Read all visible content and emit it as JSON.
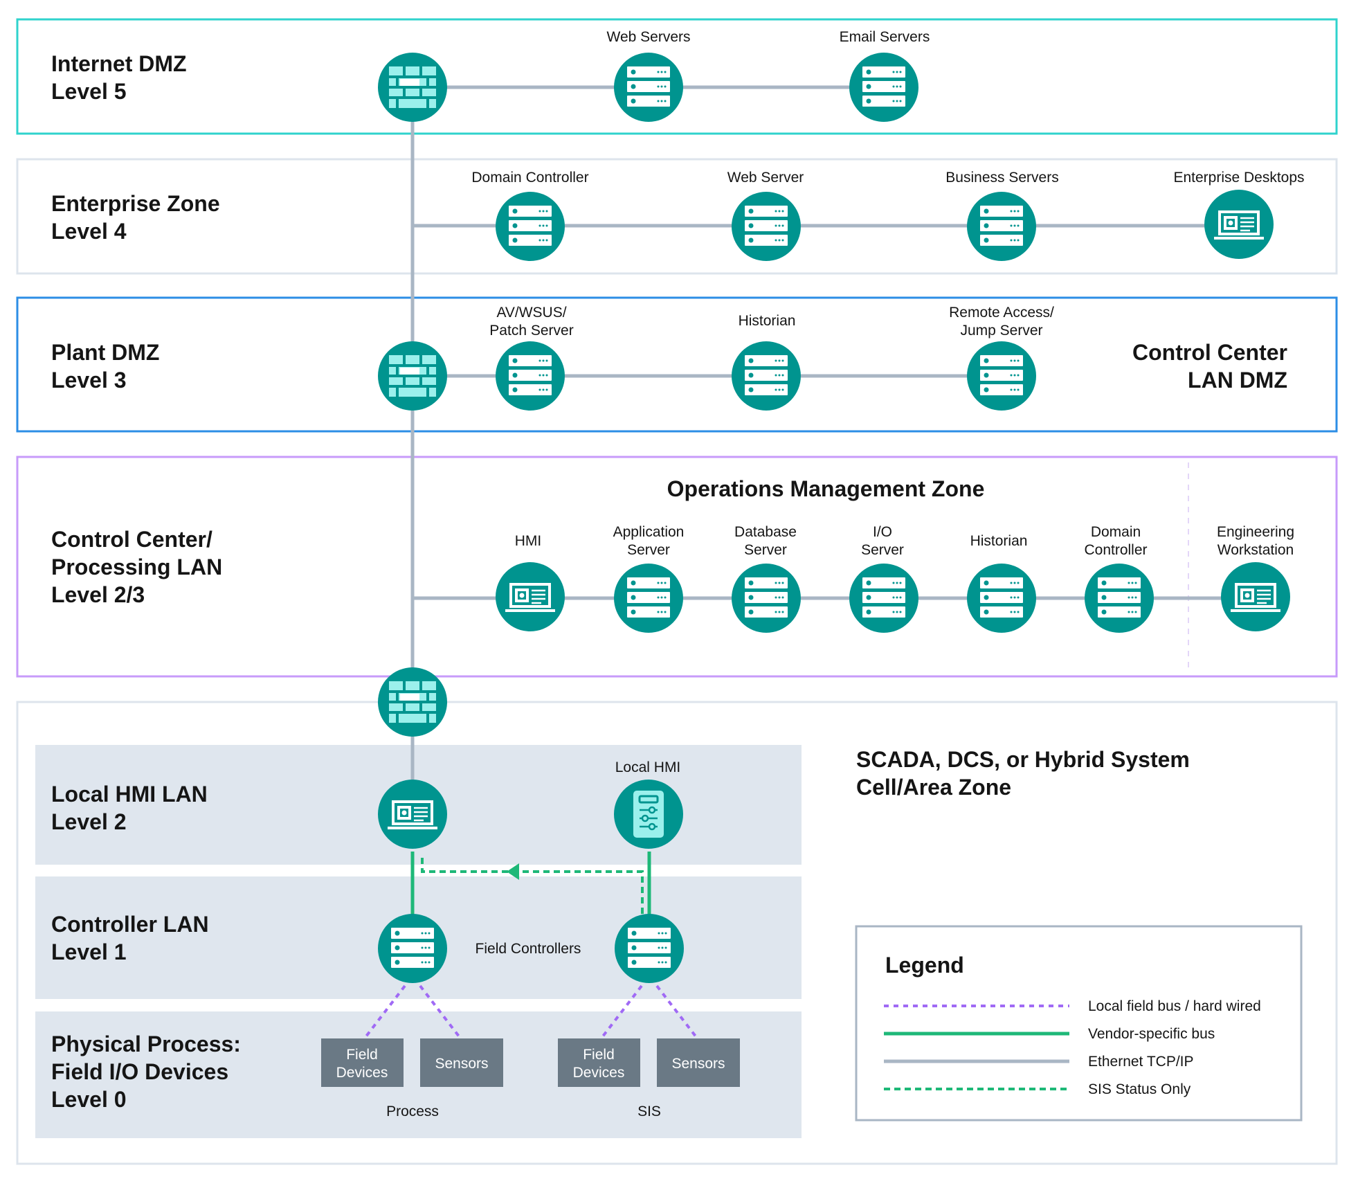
{
  "zones": {
    "internet_dmz": {
      "line1": "Internet DMZ",
      "line2": "Level 5"
    },
    "enterprise": {
      "line1": "Enterprise Zone",
      "line2": "Level 4"
    },
    "plant_dmz": {
      "line1": "Plant DMZ",
      "line2": "Level 3"
    },
    "control_center_dmz": {
      "line1": "Control Center",
      "line2": "LAN DMZ"
    },
    "control_center_lan": {
      "line1": "Control Center/",
      "line2": "Processing LAN",
      "line3": "Level 2/3"
    },
    "operations": {
      "title": "Operations Management Zone"
    },
    "scada": {
      "line1": "SCADA, DCS, or Hybrid System",
      "line2": "Cell/Area Zone"
    },
    "local_hmi_lan": {
      "line1": "Local HMI LAN",
      "line2": "Level 2"
    },
    "controller_lan": {
      "line1": "Controller LAN",
      "line2": "Level 1"
    },
    "physical": {
      "line1": "Physical Process:",
      "line2": "Field I/O Devices",
      "line3": "Level 0"
    }
  },
  "nodes": {
    "web_servers": "Web Servers",
    "email_servers": "Email Servers",
    "domain_controller_l4": "Domain Controller",
    "web_server_l4": "Web Server",
    "business_servers": "Business Servers",
    "enterprise_desktops": "Enterprise Desktops",
    "av_wsus": {
      "line1": "AV/WSUS/",
      "line2": "Patch Server"
    },
    "historian_l3": "Historian",
    "remote_access": {
      "line1": "Remote Access/",
      "line2": "Jump Server"
    },
    "hmi": "HMI",
    "application_server": {
      "line1": "Application",
      "line2": "Server"
    },
    "database_server": {
      "line1": "Database",
      "line2": "Server"
    },
    "io_server": {
      "line1": "I/O",
      "line2": "Server"
    },
    "historian_l23": "Historian",
    "domain_controller_l23": {
      "line1": "Domain",
      "line2": "Controller"
    },
    "engineering_workstation": {
      "line1": "Engineering",
      "line2": "Workstation"
    },
    "local_hmi": "Local HMI",
    "field_controllers": "Field Controllers"
  },
  "devices": {
    "field_devices": {
      "line1": "Field",
      "line2": "Devices"
    },
    "sensors": "Sensors",
    "process": "Process",
    "sis": "SIS"
  },
  "legend": {
    "title": "Legend",
    "items": [
      {
        "label": "Local field bus / hard wired",
        "style": "dotted",
        "color": "#A06AF5"
      },
      {
        "label": "Vendor-specific bus",
        "style": "solid",
        "color": "#1EB878"
      },
      {
        "label": "Ethernet TCP/IP",
        "style": "solid",
        "color": "#A9B6C4"
      },
      {
        "label": "SIS Status Only",
        "style": "dashed",
        "color": "#1EB878"
      }
    ]
  },
  "colors": {
    "node": "#00948F",
    "icon_light": "#9BF0EC",
    "ethernet": "#A9B6C4",
    "vendor_bus": "#1EB878",
    "field_bus": "#A06AF5",
    "internet_dmz_border": "#2FD3CD",
    "enterprise_border": "#DDE4EC",
    "plant_dmz_border": "#2C8EE6",
    "control_lan_border": "#C79BFA",
    "sub_band": "#DFE6EE",
    "device_box": "#6A7985"
  }
}
